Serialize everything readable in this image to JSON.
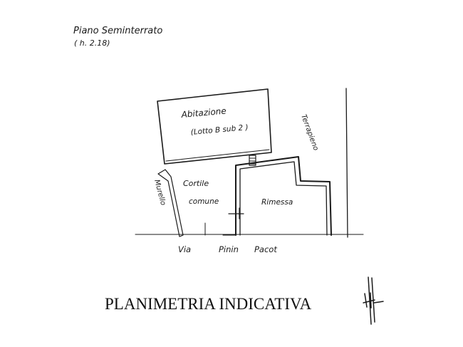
{
  "header": {
    "floor_title": "Piano Seminterrato",
    "height_note": "( h. 2.18)"
  },
  "rooms": {
    "abitazione": "Abitazione",
    "lotto": "(Lotto B sub 2 )",
    "cortile": "Cortile",
    "comune": "comune",
    "rimessa": "Rimessa"
  },
  "labels": {
    "murello": "Murello",
    "terrapieno": "Terrapieno",
    "street": [
      "Via",
      "Pinin",
      "Pacot"
    ]
  },
  "footer": {
    "caption": "PLANIMETRIA INDICATIVA"
  },
  "colors": {
    "ink": "#1a1a1a",
    "paper": "#ffffff"
  }
}
